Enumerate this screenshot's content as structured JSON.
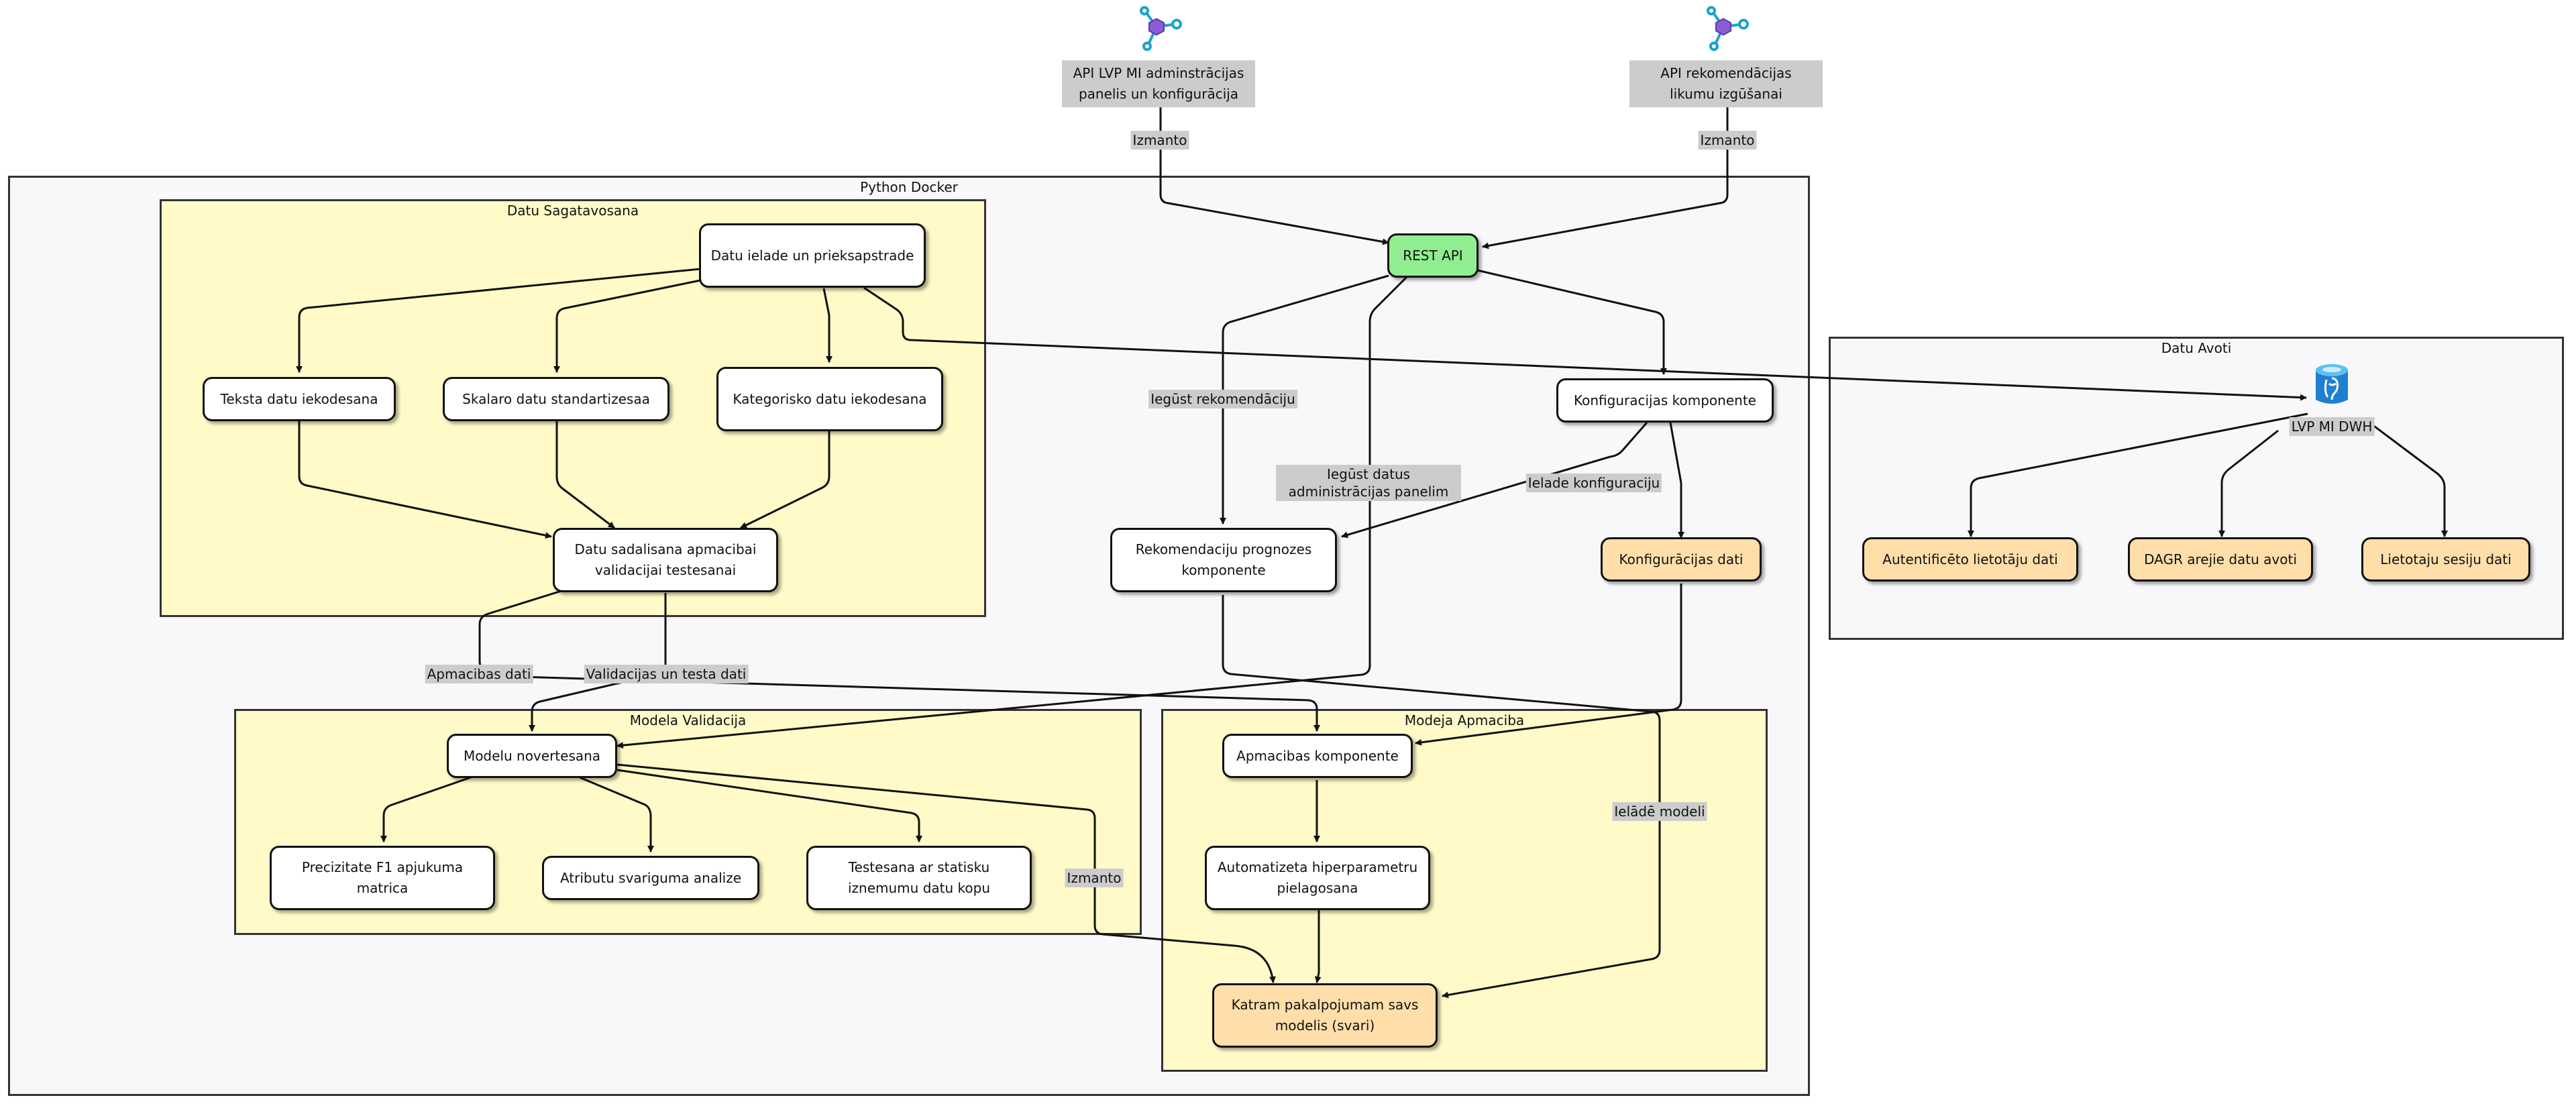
{
  "external": {
    "admin_api": "API LVP MI adminstrācijas panelis un konfigurācija",
    "rec_api": "API rekomendācijas likumu izgūšanai",
    "admin_icon": "api-hub-icon",
    "rec_icon": "api-hub-icon"
  },
  "clusters": {
    "python_docker": "Python Docker",
    "datu_sagatavosana": "Datu Sagatavosana",
    "modela_validacija": "Modela Validacija",
    "modeja_apmaciba": "Modeja Apmaciba",
    "datu_avoti": "Datu Avoti"
  },
  "nodes": {
    "rest_api": "REST API",
    "datu_ielade": "Datu ielade un prieksapstrade",
    "teksta": "Teksta datu iekodesana",
    "skalaro": "Skalaro datu standartizesaa",
    "kategorisko": "Kategorisko datu iekodesana",
    "sadalisana": "Datu sadalisana apmacibai validacijai testesanai",
    "konfiguracijas_komp": "Konfiguracijas komponente",
    "rekomendaciju": "Rekomendaciju prognozes komponente",
    "konfiguracijas_dati": "Konfigurācijas dati",
    "modelu_novertesana": "Modelu novertesana",
    "precizitate": "Precizitate F1 apjukuma matrica",
    "atributu": "Atributu svariguma analize",
    "testesana": "Testesana ar statisku iznemumu datu kopu",
    "apmacibas_komp": "Apmacibas komponente",
    "automatizeta": "Automatizeta hiperparametru pielagosana",
    "katram": "Katram pakalpojumam savs modelis (svari)",
    "autentificeto": "Autentificēto lietotāju dati",
    "dagr": "DAGR arejie datu avoti",
    "sesiju": "Lietotaju sesiju dati"
  },
  "db": {
    "label": "LVP MI DWH",
    "icon": "postgresql-database-icon"
  },
  "edge_labels": {
    "izmanto_1": "Izmanto",
    "izmanto_2": "Izmanto",
    "igust_rek": "Iegūst rekomendāciju",
    "igust_admin": "Iegūst datus administrācijas panelim",
    "ielade_konf": "Ielade konfiguraciju",
    "apmacibas_dati": "Apmacibas dati",
    "validacijas": "Validacijas un testa dati",
    "izmanto_3": "Izmanto",
    "ielade_modeli": "Ielādē modeli"
  },
  "colors": {
    "outer_cluster": "#f8f8fa",
    "inner_cluster": "#fffac8",
    "data_node": "#ffdeaa",
    "api_node": "#90ee90",
    "edge_label_bg": "#cccccc"
  }
}
